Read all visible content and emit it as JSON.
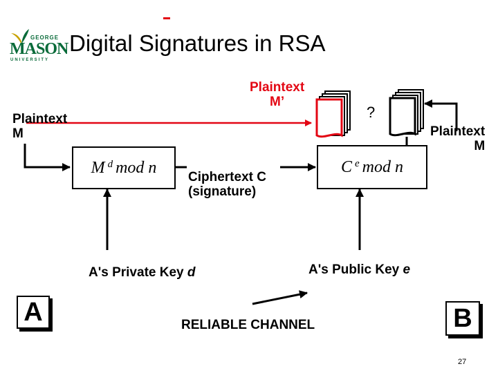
{
  "slide": {
    "title": "Digital Signatures in RSA",
    "page_number": "27",
    "logo": {
      "text_top": "GEORGE",
      "text_main": "MASON",
      "text_bottom": "UNIVERSITY"
    }
  },
  "diagram": {
    "plaintext_m_left": {
      "line1": "Plaintext",
      "line2": "M"
    },
    "plaintext_m_prime": {
      "line1": "Plaintext",
      "line2": "M’"
    },
    "plaintext_m_right": {
      "line1": "Plaintext",
      "line2": "M"
    },
    "question_mark": "?",
    "sign_box": {
      "base": "M",
      "exp": "d",
      "rest": "mod n"
    },
    "verify_box": {
      "base": "C",
      "exp": "e",
      "rest": "mod n"
    },
    "ciphertext": {
      "line1": "Ciphertext C",
      "line2": "(signature)"
    },
    "private_key": {
      "text": "A's Private Key",
      "var": "d"
    },
    "public_key": {
      "text": "A's Public Key",
      "var": "e"
    },
    "party_a": "A",
    "party_b": "B",
    "channel": "RELIABLE CHANNEL"
  },
  "colors": {
    "accent_red": "#e30613",
    "logo_green": "#0a6b3a"
  }
}
